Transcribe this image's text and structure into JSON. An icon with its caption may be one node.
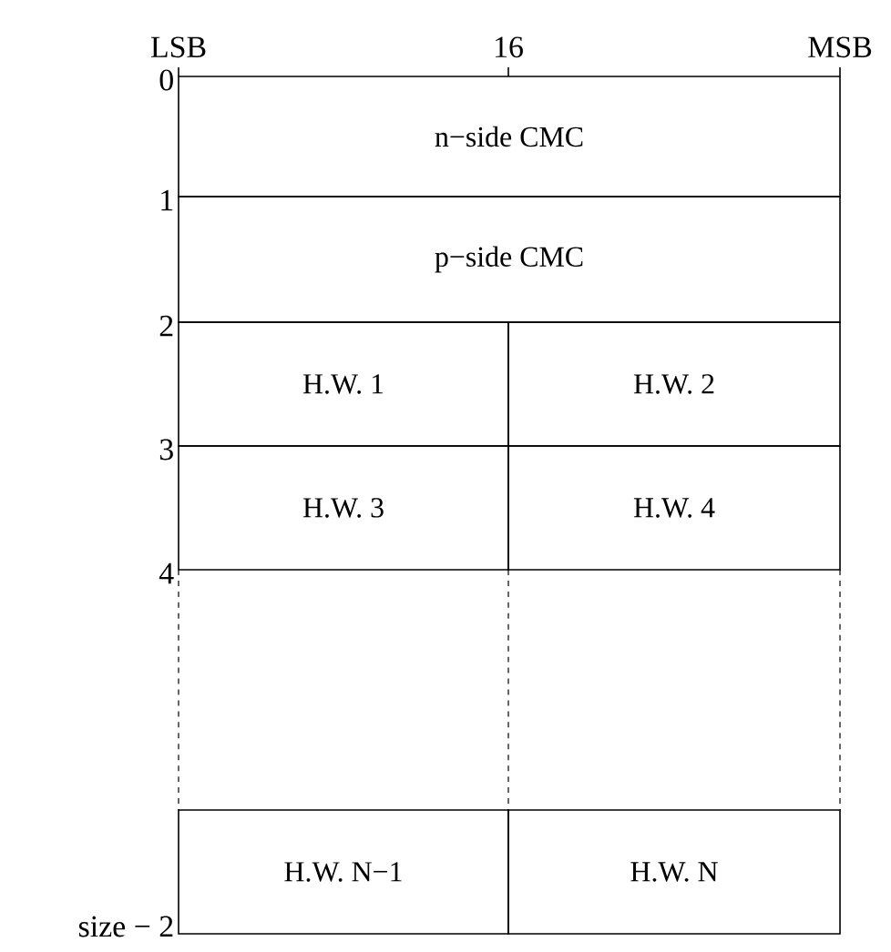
{
  "diagram": {
    "nodes": [
      {
        "text": [
          "n−side CMC"
        ]
      },
      {
        "text": [
          "p−side CMC"
        ]
      },
      {
        "text": [
          "H.W. 1"
        ]
      },
      {
        "text": [
          "H.W. 2"
        ]
      },
      {
        "text": [
          "H.W. 3"
        ]
      },
      {
        "text": [
          "H.W. 4"
        ]
      },
      {
        "text": [
          "H.W. N−1"
        ]
      },
      {
        "text": [
          "H.W. N"
        ]
      }
    ],
    "labels": [
      "LSB",
      "16",
      "MSB",
      "0",
      "1",
      "2",
      "3",
      "4",
      "size − 2"
    ]
  }
}
